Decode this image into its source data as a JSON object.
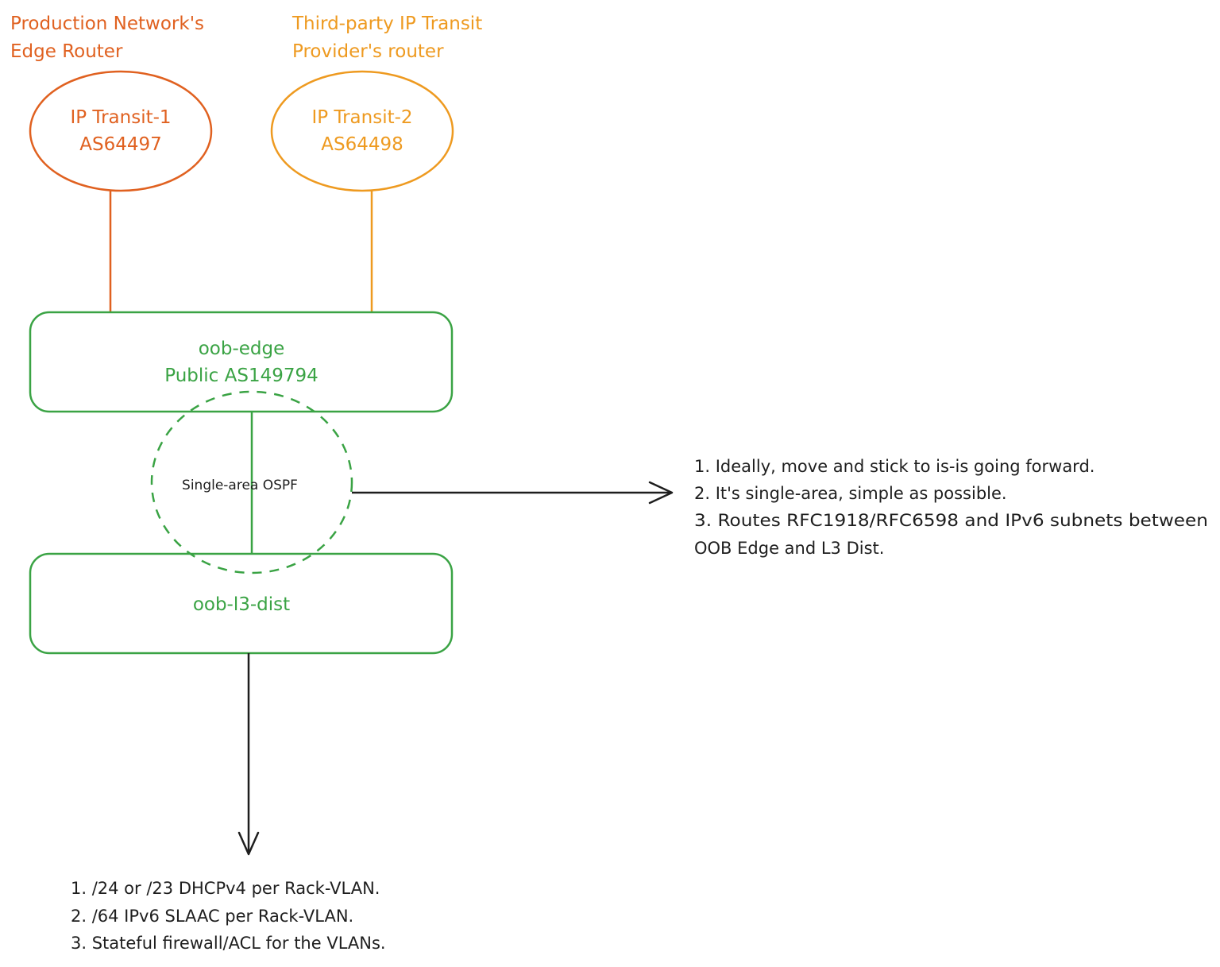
{
  "colors": {
    "transit1": "#e06120",
    "transit2": "#ee9a20",
    "green": "#3aa344",
    "black": "#1e1e1e",
    "background": "#ffffff"
  },
  "captions": {
    "transit1": [
      "Production Network's",
      "Edge Router"
    ],
    "transit2": [
      "Third-party IP Transit",
      "Provider's router"
    ]
  },
  "nodes": {
    "transit1": {
      "line1": "IP Transit-1",
      "line2": "AS64497",
      "shape": "ellipse"
    },
    "transit2": {
      "line1": "IP Transit-2",
      "line2": "AS64498",
      "shape": "ellipse"
    },
    "oob_edge": {
      "line1": "oob-edge",
      "line2": "Public AS149794",
      "shape": "rounded-rectangle"
    },
    "oob_l3_dist": {
      "line1": "oob-l3-dist",
      "shape": "rounded-rectangle"
    },
    "ospf": {
      "line1": "Single-area OSPF",
      "shape": "dashed-circle"
    }
  },
  "edges": [
    {
      "from": "transit1",
      "to": "oob_edge",
      "style": "solid"
    },
    {
      "from": "transit2",
      "to": "oob_edge",
      "style": "solid"
    },
    {
      "from": "oob_edge",
      "to": "oob_l3_dist",
      "style": "solid"
    },
    {
      "from": "ospf",
      "to": "ospf_notes",
      "style": "arrow"
    },
    {
      "from": "oob_l3_dist",
      "to": "dist_notes",
      "style": "arrow"
    }
  ],
  "notes": {
    "ospf_notes": [
      "1. Ideally, move and stick to is-is going forward.",
      "2. It's single-area, simple as possible.",
      "3. Routes RFC1918/RFC6598 and IPv6 subnets between",
      "OOB Edge and L3 Dist."
    ],
    "dist_notes": [
      "1. /24 or /23 DHCPv4 per Rack-VLAN.",
      "2. /64 IPv6 SLAAC per Rack-VLAN.",
      "3. Stateful firewall/ACL for the VLANs."
    ]
  }
}
